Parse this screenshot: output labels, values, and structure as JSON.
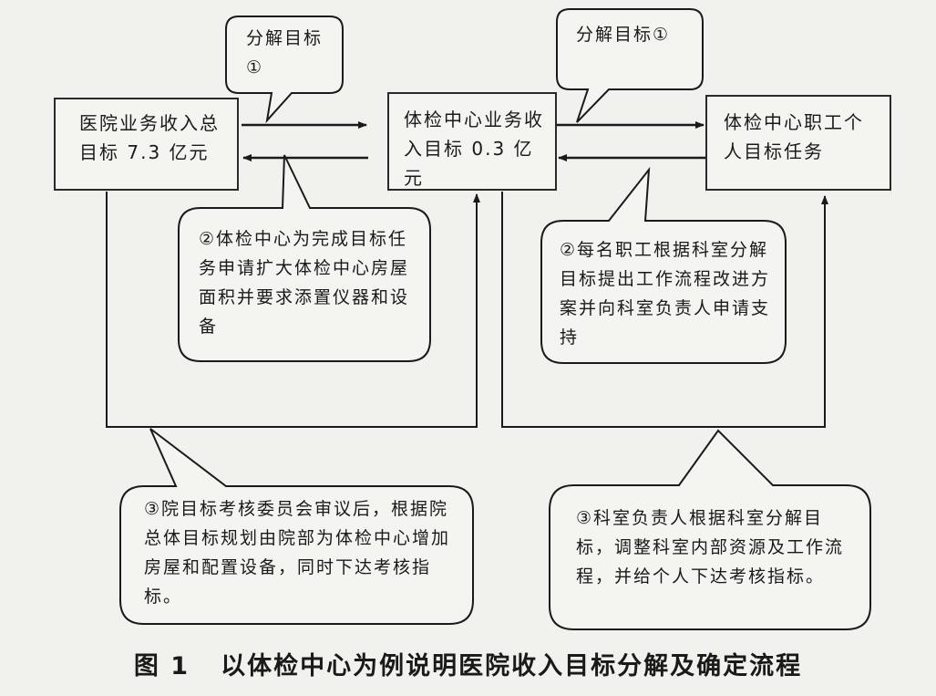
{
  "boxes": {
    "hospital": "医院业务收入总目标 7.3 亿元",
    "center": "体检中心业务收入目标 0.3 亿元",
    "staff": "体检中心职工个人目标任务"
  },
  "callouts": {
    "decompose_left": "分解目标①",
    "decompose_right": "分解目标①",
    "request_left": "②体检中心为完成目标任务申请扩大体检中心房屋面积并要求添置仪器和设备",
    "request_right": "②每名职工根据科室分解目标提出工作流程改进方案并向科室负责人申请支持",
    "review_left": "③院目标考核委员会审议后，根据院总体目标规划由院部为体检中心增加房屋和配置设备，同时下达考核指标。",
    "review_right": "③科室负责人根据科室分解目标，调整科室内部资源及工作流程，并给个人下达考核指标。"
  },
  "caption": {
    "figure_no": "图 1",
    "title": "以体检中心为例说明医院收入目标分解及确定流程"
  }
}
